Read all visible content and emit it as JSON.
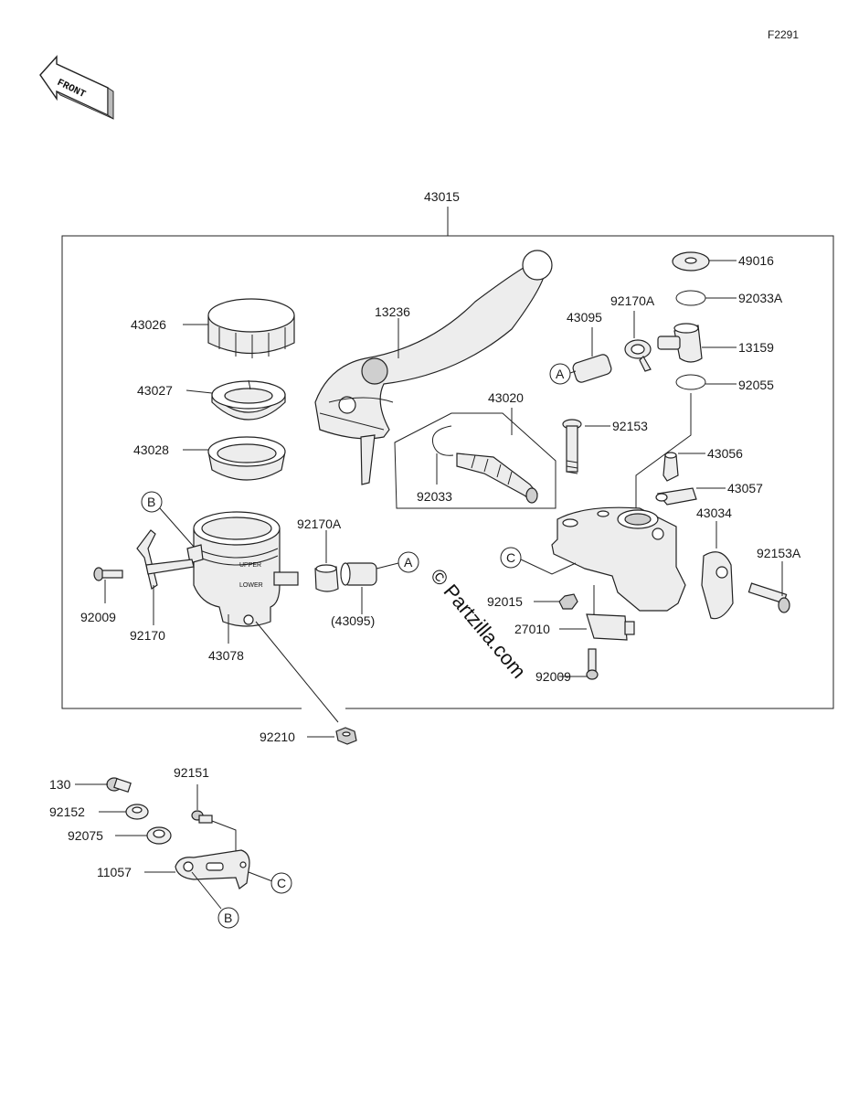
{
  "diagram_code": "F2291",
  "front_arrow_label": "FRONT",
  "watermark": "© Partzilla.com",
  "parts": {
    "p43015": "43015",
    "p49016": "49016",
    "p92033A": "92033A",
    "p92170A_top": "92170A",
    "p13236": "13236",
    "p43095_top": "43095",
    "p13159": "13159",
    "p43026": "43026",
    "p92055": "92055",
    "p43027": "43027",
    "p43020": "43020",
    "p92153": "92153",
    "p43028": "43028",
    "p43056": "43056",
    "p43057": "43057",
    "p92033": "92033",
    "p43034": "43034",
    "p92170A_mid": "92170A",
    "p92153A": "92153A",
    "p92009": "92009",
    "p92015": "92015",
    "p43095_mid": "(43095)",
    "p27010": "27010",
    "p92170": "92170",
    "p43078": "43078",
    "p92009b": "92009",
    "p92210": "92210",
    "p130": "130",
    "p92151": "92151",
    "p92152": "92152",
    "p92075": "92075",
    "p11057": "11057"
  },
  "refs": {
    "a1": "A",
    "a2": "A",
    "b1": "B",
    "b2": "B",
    "c1": "C",
    "c2": "C"
  },
  "reservoir_text": {
    "upper": "UPPER",
    "lower": "LOWER"
  }
}
